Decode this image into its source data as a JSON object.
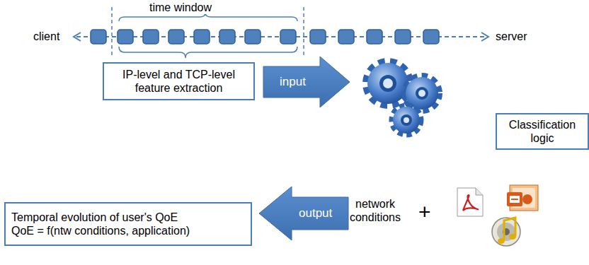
{
  "diagram": {
    "nodes": [
      {
        "text": [
          "IP-level and TCP-level feature extraction"
        ]
      },
      {
        "text": [
          "Classification logic"
        ]
      },
      {
        "text": [
          "Temporal evolution of user's QoE",
          "QoE = f(ntw conditions, application)"
        ]
      }
    ],
    "labels": [
      "time window",
      "client",
      "server",
      "input",
      "output",
      "network conditions",
      "+"
    ]
  }
}
